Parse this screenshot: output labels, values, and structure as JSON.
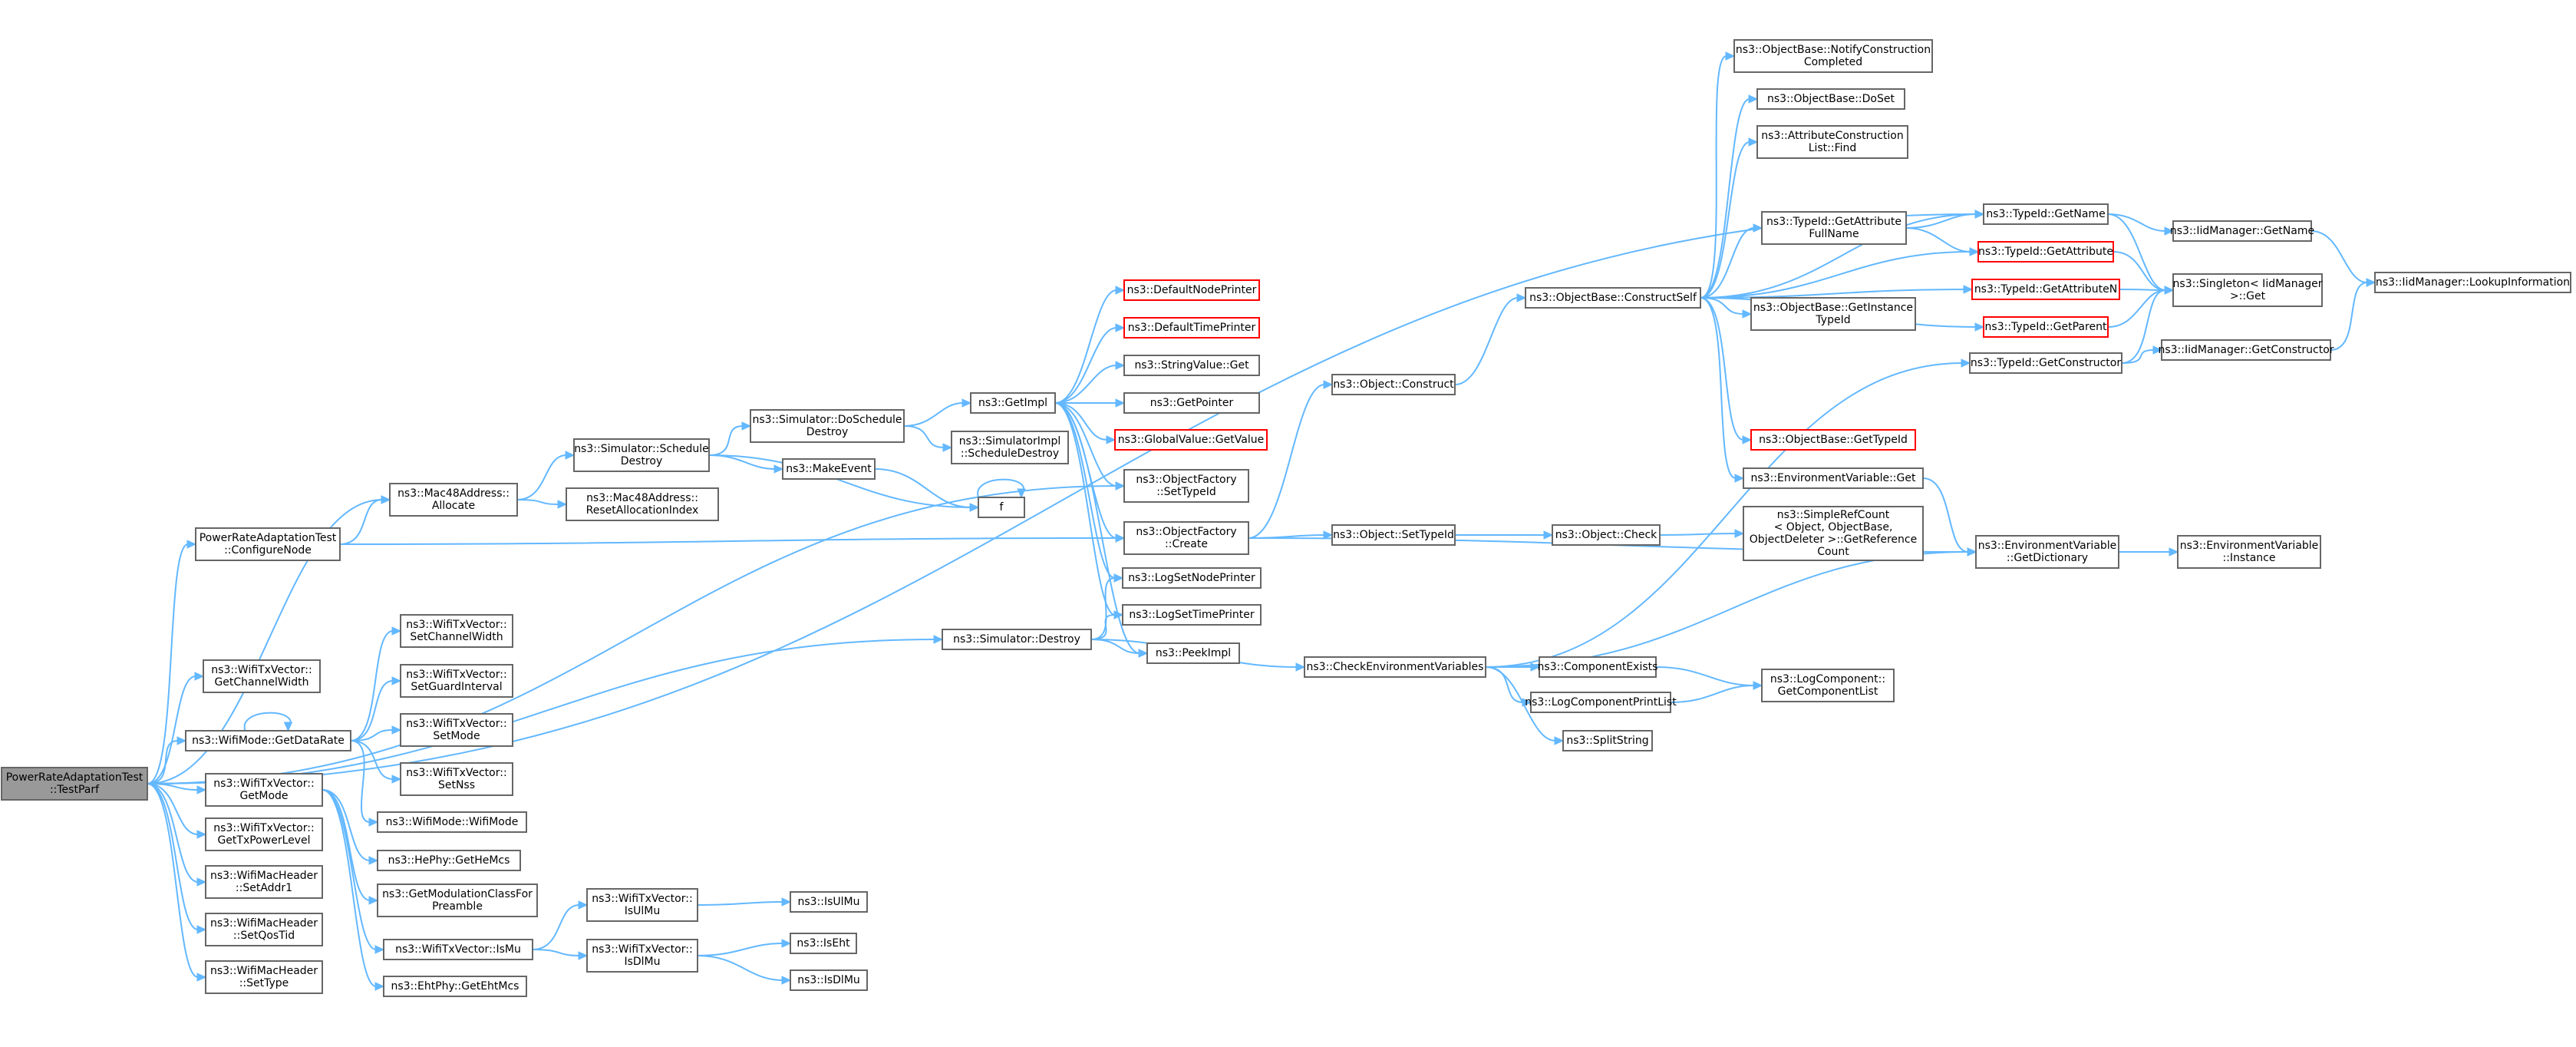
{
  "title": "PowerRateAdaptationTest::TestParf call graph",
  "colors": {
    "edge": "#63b8ff",
    "root_fill": "#999999",
    "truncated_border": "#ff0000"
  },
  "nodes": [
    {
      "id": "root",
      "lines": [
        "PowerRateAdaptationTest",
        "::TestParf"
      ],
      "root": true
    },
    {
      "id": "configure",
      "lines": [
        "PowerRateAdaptationTest",
        "::ConfigureNode"
      ]
    },
    {
      "id": "getchw",
      "lines": [
        "ns3::WifiTxVector::",
        "GetChannelWidth"
      ]
    },
    {
      "id": "getdatarate",
      "lines": [
        "ns3::WifiMode::GetDataRate"
      ]
    },
    {
      "id": "getmode",
      "lines": [
        "ns3::WifiTxVector::",
        "GetMode"
      ]
    },
    {
      "id": "gettxpower",
      "lines": [
        "ns3::WifiTxVector::",
        "GetTxPowerLevel"
      ]
    },
    {
      "id": "setaddr1",
      "lines": [
        "ns3::WifiMacHeader",
        "::SetAddr1"
      ]
    },
    {
      "id": "setqostid",
      "lines": [
        "ns3::WifiMacHeader",
        "::SetQosTid"
      ]
    },
    {
      "id": "settype",
      "lines": [
        "ns3::WifiMacHeader",
        "::SetType"
      ]
    },
    {
      "id": "allocate",
      "lines": [
        "ns3::Mac48Address::",
        "Allocate"
      ]
    },
    {
      "id": "schedDestroy",
      "lines": [
        "ns3::Simulator::Schedule",
        "Destroy"
      ]
    },
    {
      "id": "resetAlloc",
      "lines": [
        "ns3::Mac48Address::",
        "ResetAllocationIndex"
      ]
    },
    {
      "id": "doSchedDestroy",
      "lines": [
        "ns3::Simulator::DoSchedule",
        "Destroy"
      ]
    },
    {
      "id": "makeEvent",
      "lines": [
        "ns3::MakeEvent"
      ]
    },
    {
      "id": "f",
      "lines": [
        "f"
      ]
    },
    {
      "id": "getImpl",
      "lines": [
        "ns3::GetImpl"
      ]
    },
    {
      "id": "simImplSched",
      "lines": [
        "ns3::SimulatorImpl",
        "::ScheduleDestroy"
      ]
    },
    {
      "id": "defNodePrinter",
      "lines": [
        "ns3::DefaultNodePrinter"
      ],
      "truncated": true
    },
    {
      "id": "defTimePrinter",
      "lines": [
        "ns3::DefaultTimePrinter"
      ],
      "truncated": true
    },
    {
      "id": "stringValueGet",
      "lines": [
        "ns3::StringValue::Get"
      ]
    },
    {
      "id": "getPointer",
      "lines": [
        "ns3::GetPointer"
      ]
    },
    {
      "id": "globalValueGet",
      "lines": [
        "ns3::GlobalValue::GetValue"
      ],
      "truncated": true
    },
    {
      "id": "ofSetTypeId",
      "lines": [
        "ns3::ObjectFactory",
        "::SetTypeId"
      ]
    },
    {
      "id": "ofCreate",
      "lines": [
        "ns3::ObjectFactory",
        "::Create"
      ]
    },
    {
      "id": "logSetNodePrinter",
      "lines": [
        "ns3::LogSetNodePrinter"
      ]
    },
    {
      "id": "logSetTimePrinter",
      "lines": [
        "ns3::LogSetTimePrinter"
      ]
    },
    {
      "id": "peekImpl",
      "lines": [
        "ns3::PeekImpl"
      ]
    },
    {
      "id": "simDestroy",
      "lines": [
        "ns3::Simulator::Destroy"
      ]
    },
    {
      "id": "objConstruct",
      "lines": [
        "ns3::Object::Construct"
      ]
    },
    {
      "id": "objSetTypeId",
      "lines": [
        "ns3::Object::SetTypeId"
      ]
    },
    {
      "id": "objCheck",
      "lines": [
        "ns3::Object::Check"
      ]
    },
    {
      "id": "checkEnvVars",
      "lines": [
        "ns3::CheckEnvironmentVariables"
      ]
    },
    {
      "id": "constructSelf",
      "lines": [
        "ns3::ObjectBase::ConstructSelf"
      ]
    },
    {
      "id": "notifyConstr",
      "lines": [
        "ns3::ObjectBase::NotifyConstruction",
        "Completed"
      ]
    },
    {
      "id": "doSet",
      "lines": [
        "ns3::ObjectBase::DoSet"
      ]
    },
    {
      "id": "attrConstrFind",
      "lines": [
        "ns3::AttributeConstruction",
        "List::Find"
      ]
    },
    {
      "id": "getAttrFullName",
      "lines": [
        "ns3::TypeId::GetAttribute",
        "FullName"
      ]
    },
    {
      "id": "getInstanceTypeId",
      "lines": [
        "ns3::ObjectBase::GetInstance",
        "TypeId"
      ]
    },
    {
      "id": "obGetTypeId",
      "lines": [
        "ns3::ObjectBase::GetTypeId"
      ],
      "truncated": true
    },
    {
      "id": "envVarGet",
      "lines": [
        "ns3::EnvironmentVariable::Get"
      ]
    },
    {
      "id": "simpleRefCount",
      "lines": [
        "ns3::SimpleRefCount",
        "< Object, ObjectBase,",
        "ObjectDeleter >::GetReference",
        "Count"
      ]
    },
    {
      "id": "typeIdGetName",
      "lines": [
        "ns3::TypeId::GetName"
      ]
    },
    {
      "id": "typeIdGetAttr",
      "lines": [
        "ns3::TypeId::GetAttribute"
      ],
      "truncated": true
    },
    {
      "id": "typeIdGetAttrN",
      "lines": [
        "ns3::TypeId::GetAttributeN"
      ],
      "truncated": true
    },
    {
      "id": "typeIdGetParent",
      "lines": [
        "ns3::TypeId::GetParent"
      ],
      "truncated": true
    },
    {
      "id": "typeIdGetConstr",
      "lines": [
        "ns3::TypeId::GetConstructor"
      ]
    },
    {
      "id": "envVarGetDict",
      "lines": [
        "ns3::EnvironmentVariable",
        "::GetDictionary"
      ]
    },
    {
      "id": "iidGetName",
      "lines": [
        "ns3::IidManager::GetName"
      ]
    },
    {
      "id": "singletonGet",
      "lines": [
        "ns3::Singleton< IidManager",
        ">::Get"
      ]
    },
    {
      "id": "iidGetConstr",
      "lines": [
        "ns3::IidManager::GetConstructor"
      ]
    },
    {
      "id": "iidLookup",
      "lines": [
        "ns3::IidManager::LookupInformation"
      ]
    },
    {
      "id": "envVarInstance",
      "lines": [
        "ns3::EnvironmentVariable",
        "::Instance"
      ]
    },
    {
      "id": "componentExists",
      "lines": [
        "ns3::ComponentExists"
      ]
    },
    {
      "id": "logCompPrintList",
      "lines": [
        "ns3::LogComponentPrintList"
      ]
    },
    {
      "id": "splitString",
      "lines": [
        "ns3::SplitString"
      ]
    },
    {
      "id": "logCompGetList",
      "lines": [
        "ns3::LogComponent::",
        "GetComponentList"
      ]
    },
    {
      "id": "setChannelWidth",
      "lines": [
        "ns3::WifiTxVector::",
        "SetChannelWidth"
      ]
    },
    {
      "id": "setGuardInterval",
      "lines": [
        "ns3::WifiTxVector::",
        "SetGuardInterval"
      ]
    },
    {
      "id": "setMode",
      "lines": [
        "ns3::WifiTxVector::",
        "SetMode"
      ]
    },
    {
      "id": "setNss",
      "lines": [
        "ns3::WifiTxVector::",
        "SetNss"
      ]
    },
    {
      "id": "wifiModeCtor",
      "lines": [
        "ns3::WifiMode::WifiMode"
      ]
    },
    {
      "id": "heGetHeMcs",
      "lines": [
        "ns3::HePhy::GetHeMcs"
      ]
    },
    {
      "id": "getModClass",
      "lines": [
        "ns3::GetModulationClassFor",
        "Preamble"
      ]
    },
    {
      "id": "isMu",
      "lines": [
        "ns3::WifiTxVector::IsMu"
      ]
    },
    {
      "id": "ehtGetEhtMcs",
      "lines": [
        "ns3::EhtPhy::GetEhtMcs"
      ]
    },
    {
      "id": "isUlMuVec",
      "lines": [
        "ns3::WifiTxVector::",
        "IsUlMu"
      ]
    },
    {
      "id": "isDlMuVec",
      "lines": [
        "ns3::WifiTxVector::",
        "IsDlMu"
      ]
    },
    {
      "id": "isUlMu",
      "lines": [
        "ns3::IsUlMu"
      ]
    },
    {
      "id": "isEht",
      "lines": [
        "ns3::IsEht"
      ]
    },
    {
      "id": "isDlMu",
      "lines": [
        "ns3::IsDlMu"
      ]
    }
  ],
  "edges": [
    [
      "root",
      "configure"
    ],
    [
      "root",
      "getchw"
    ],
    [
      "root",
      "getdatarate"
    ],
    [
      "root",
      "getmode"
    ],
    [
      "root",
      "gettxpower"
    ],
    [
      "root",
      "setaddr1"
    ],
    [
      "root",
      "setqostid"
    ],
    [
      "root",
      "settype"
    ],
    [
      "root",
      "allocate"
    ],
    [
      "root",
      "ofSetTypeId"
    ],
    [
      "root",
      "simDestroy"
    ],
    [
      "root",
      "typeIdGetName"
    ],
    [
      "configure",
      "allocate"
    ],
    [
      "configure",
      "ofCreate"
    ],
    [
      "allocate",
      "schedDestroy"
    ],
    [
      "allocate",
      "resetAlloc"
    ],
    [
      "schedDestroy",
      "doSchedDestroy"
    ],
    [
      "schedDestroy",
      "makeEvent"
    ],
    [
      "schedDestroy",
      "f"
    ],
    [
      "doSchedDestroy",
      "getImpl"
    ],
    [
      "doSchedDestroy",
      "simImplSched"
    ],
    [
      "makeEvent",
      "f"
    ],
    [
      "f",
      "f"
    ],
    [
      "getImpl",
      "defNodePrinter"
    ],
    [
      "getImpl",
      "defTimePrinter"
    ],
    [
      "getImpl",
      "stringValueGet"
    ],
    [
      "getImpl",
      "getPointer"
    ],
    [
      "getImpl",
      "globalValueGet"
    ],
    [
      "getImpl",
      "ofSetTypeId"
    ],
    [
      "getImpl",
      "ofCreate"
    ],
    [
      "getImpl",
      "logSetNodePrinter"
    ],
    [
      "getImpl",
      "logSetTimePrinter"
    ],
    [
      "getImpl",
      "peekImpl"
    ],
    [
      "simDestroy",
      "logSetTimePrinter"
    ],
    [
      "simDestroy",
      "peekImpl"
    ],
    [
      "simDestroy",
      "checkEnvVars"
    ],
    [
      "simDestroy",
      "logSetNodePrinter"
    ],
    [
      "ofCreate",
      "objConstruct"
    ],
    [
      "ofCreate",
      "objSetTypeId"
    ],
    [
      "ofCreate",
      "envVarGetDict"
    ],
    [
      "objConstruct",
      "constructSelf"
    ],
    [
      "objSetTypeId",
      "objCheck"
    ],
    [
      "objCheck",
      "simpleRefCount"
    ],
    [
      "checkEnvVars",
      "componentExists"
    ],
    [
      "checkEnvVars",
      "logCompPrintList"
    ],
    [
      "checkEnvVars",
      "splitString"
    ],
    [
      "checkEnvVars",
      "envVarGetDict"
    ],
    [
      "checkEnvVars",
      "typeIdGetConstr"
    ],
    [
      "componentExists",
      "logCompGetList"
    ],
    [
      "logCompPrintList",
      "logCompGetList"
    ],
    [
      "constructSelf",
      "notifyConstr"
    ],
    [
      "constructSelf",
      "doSet"
    ],
    [
      "constructSelf",
      "attrConstrFind"
    ],
    [
      "constructSelf",
      "getAttrFullName"
    ],
    [
      "constructSelf",
      "typeIdGetName"
    ],
    [
      "constructSelf",
      "typeIdGetAttr"
    ],
    [
      "constructSelf",
      "typeIdGetAttrN"
    ],
    [
      "constructSelf",
      "getInstanceTypeId"
    ],
    [
      "constructSelf",
      "obGetTypeId"
    ],
    [
      "constructSelf",
      "envVarGet"
    ],
    [
      "constructSelf",
      "typeIdGetParent"
    ],
    [
      "getAttrFullName",
      "typeIdGetName"
    ],
    [
      "getAttrFullName",
      "typeIdGetAttr"
    ],
    [
      "envVarGet",
      "envVarGetDict"
    ],
    [
      "envVarGetDict",
      "envVarInstance"
    ],
    [
      "typeIdGetName",
      "iidGetName"
    ],
    [
      "typeIdGetName",
      "singletonGet"
    ],
    [
      "typeIdGetAttr",
      "singletonGet"
    ],
    [
      "typeIdGetAttrN",
      "singletonGet"
    ],
    [
      "typeIdGetParent",
      "singletonGet"
    ],
    [
      "typeIdGetConstr",
      "iidGetConstr"
    ],
    [
      "typeIdGetConstr",
      "singletonGet"
    ],
    [
      "iidGetName",
      "iidLookup"
    ],
    [
      "iidGetConstr",
      "iidLookup"
    ],
    [
      "getdatarate",
      "getdatarate"
    ],
    [
      "getdatarate",
      "setChannelWidth"
    ],
    [
      "getdatarate",
      "setGuardInterval"
    ],
    [
      "getdatarate",
      "setMode"
    ],
    [
      "getdatarate",
      "setNss"
    ],
    [
      "getdatarate",
      "wifiModeCtor"
    ],
    [
      "getmode",
      "heGetHeMcs"
    ],
    [
      "getmode",
      "getModClass"
    ],
    [
      "getmode",
      "isMu"
    ],
    [
      "getmode",
      "ehtGetEhtMcs"
    ],
    [
      "isMu",
      "isUlMuVec"
    ],
    [
      "isMu",
      "isDlMuVec"
    ],
    [
      "isUlMuVec",
      "isUlMu"
    ],
    [
      "isDlMuVec",
      "isEht"
    ],
    [
      "isDlMuVec",
      "isDlMu"
    ]
  ]
}
